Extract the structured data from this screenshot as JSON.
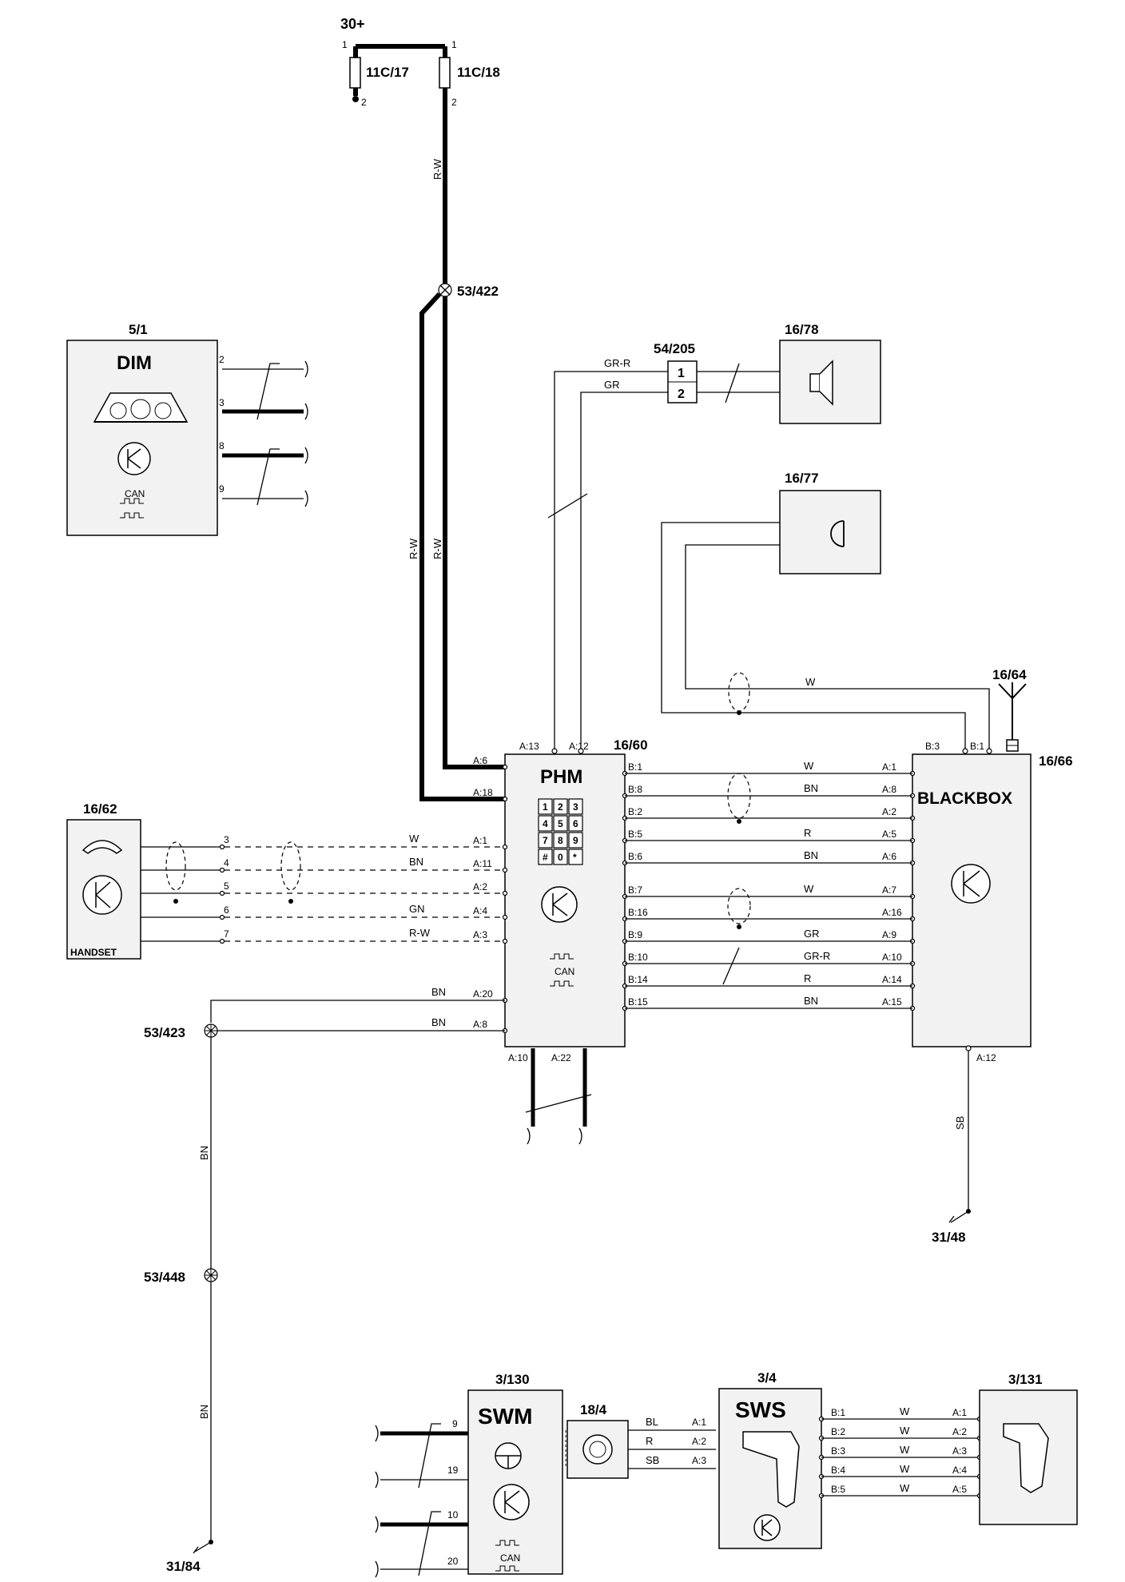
{
  "supply": {
    "label": "30+",
    "fuses": [
      {
        "id": "11C/17",
        "pin_top": "1",
        "pin_bottom": "2"
      },
      {
        "id": "11C/18",
        "pin_top": "1",
        "pin_bottom": "2"
      }
    ]
  },
  "splices": [
    "53/422",
    "53/423",
    "53/448"
  ],
  "grounds": [
    "31/48",
    "31/84"
  ],
  "dim": {
    "id": "5/1",
    "title": "DIM",
    "can": "CAN",
    "pins": [
      "2",
      "3",
      "8",
      "9"
    ]
  },
  "connector": {
    "id": "54/205",
    "pins": [
      "1",
      "2"
    ],
    "wires": [
      "GR-R",
      "GR"
    ]
  },
  "speaker": {
    "id": "16/78"
  },
  "microphone": {
    "id": "16/77"
  },
  "antenna": {
    "id": "16/64"
  },
  "phm": {
    "id": "16/60",
    "title": "PHM",
    "can": "CAN",
    "keypad": [
      "1",
      "2",
      "3",
      "4",
      "5",
      "6",
      "7",
      "8",
      "9",
      "#",
      "0",
      "*"
    ],
    "top_pins": [
      "A:13",
      "A:12"
    ],
    "left_pins": [
      "A:6",
      "A:18",
      "A:1",
      "A:11",
      "A:2",
      "A:4",
      "A:3",
      "A:20",
      "A:8"
    ],
    "bottom_pins": [
      "A:10",
      "A:22"
    ],
    "right_pins": [
      "B:1",
      "B:8",
      "B:2",
      "B:5",
      "B:6",
      "B:7",
      "B:16",
      "B:9",
      "B:10",
      "B:14",
      "B:15"
    ]
  },
  "blackbox": {
    "id": "16/66",
    "title": "BLACKBOX",
    "top_pins": [
      "B:3",
      "B:1"
    ],
    "left_pins": [
      "A:1",
      "A:8",
      "A:2",
      "A:5",
      "A:6",
      "A:7",
      "A:16",
      "A:9",
      "A:10",
      "A:14",
      "A:15"
    ],
    "bottom_pin": "A:12"
  },
  "phm_bb_wires": [
    "W",
    "BN",
    "",
    "R",
    "BN",
    "W",
    "",
    "GR",
    "GR-R",
    "R",
    "BN"
  ],
  "handset": {
    "id": "16/62",
    "label": "HANDSET",
    "pins": [
      "3",
      "4",
      "5",
      "6",
      "7"
    ],
    "wires": [
      "W",
      "BN",
      "",
      "GN",
      "R-W"
    ]
  },
  "wire_colors": {
    "rw": "R-W",
    "w": "W",
    "bn": "BN",
    "sb": "SB"
  },
  "swm": {
    "id": "3/130",
    "title": "SWM",
    "can": "CAN",
    "pins": [
      "9",
      "19",
      "10",
      "20"
    ]
  },
  "clockspring": {
    "id": "18/4"
  },
  "sws": {
    "id": "3/4",
    "title": "SWS",
    "left_pins": [
      "A:1",
      "A:2",
      "A:3"
    ],
    "left_wires": [
      "BL",
      "R",
      "SB"
    ],
    "right_pins": [
      "B:1",
      "B:2",
      "B:3",
      "B:4",
      "B:5"
    ]
  },
  "sw131": {
    "id": "3/131",
    "pins": [
      "A:1",
      "A:2",
      "A:3",
      "A:4",
      "A:5"
    ],
    "wires": [
      "W",
      "W",
      "W",
      "W",
      "W"
    ]
  }
}
